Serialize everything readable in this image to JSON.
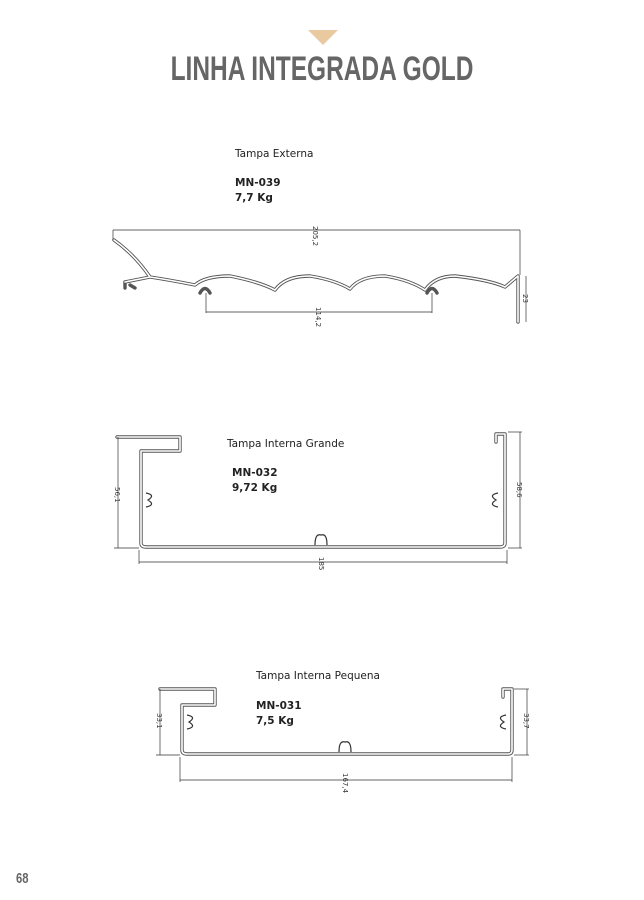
{
  "header": {
    "title": "LINHA INTEGRADA GOLD",
    "accent_color": "#e8c9a0"
  },
  "products": [
    {
      "name": "Tampa Externa",
      "code": "MN-039",
      "weight": "7,7 Kg",
      "dimensions": [
        "205,2",
        "114,2",
        "23"
      ]
    },
    {
      "name": "Tampa Interna Grande",
      "code": "MN-032",
      "weight": "9,72 Kg",
      "dimensions": [
        "56,1",
        "58,6",
        "185"
      ]
    },
    {
      "name": "Tampa Interna Pequena",
      "code": "MN-031",
      "weight": "7,5 Kg",
      "dimensions": [
        "33,1",
        "33,7",
        "167,4"
      ]
    }
  ],
  "footer": {
    "page_number": "68"
  }
}
